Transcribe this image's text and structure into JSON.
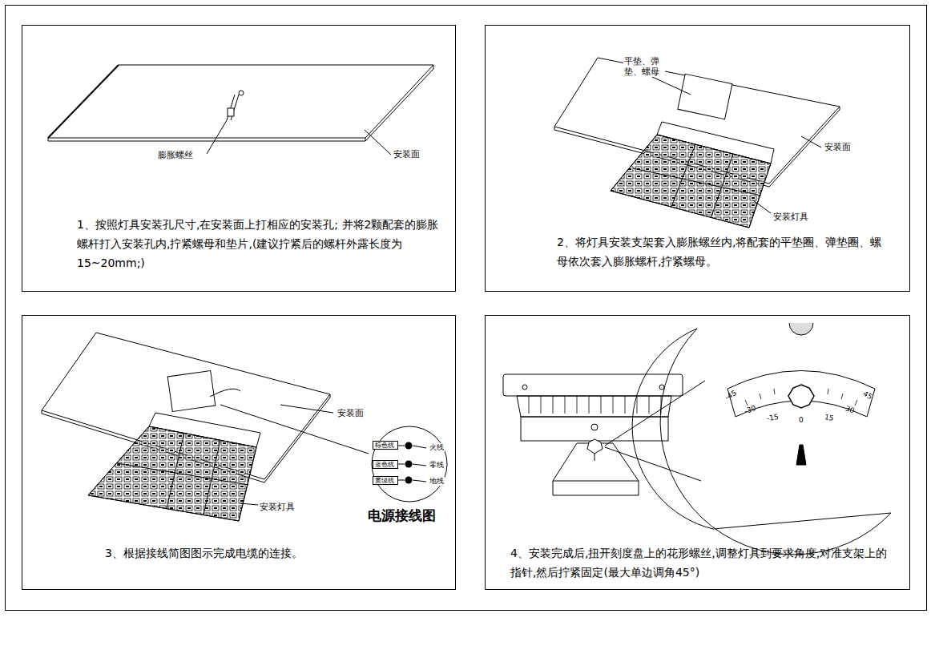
{
  "diagram": {
    "nodes": [
      {
        "text": [
          "1、按照灯具安装孔尺寸,在安装面上打相应的安装孔; 并将2颗配套的膨胀螺杆打入安装孔内,拧紧螺母和垫片,(建议拧紧后的螺杆外露长度为15~20mm;)"
        ]
      },
      {
        "text": [
          "2、将灯具安装支架套入膨胀螺丝内,将配套的平垫圈、弹垫圈、螺母依次套入膨胀螺杆,拧紧螺母。"
        ]
      },
      {
        "text": [
          "3、根据接线简图图示完成电缆的连接。"
        ]
      },
      {
        "text": [
          "电源接线图"
        ],
        "in": 2
      },
      {
        "text": [
          "棕色线"
        ],
        "in": 3
      },
      {
        "text": [
          "蓝色线"
        ],
        "in": 3
      },
      {
        "text": [
          "黄绿线"
        ],
        "in": 3
      },
      {
        "text": [
          "4、安装完成后,扭开刻度盘上的花形螺丝,调整灯具到要求角度,对准支架上的指针,然后拧紧固定(最大单边调角45°)"
        ]
      }
    ],
    "labels": [
      "膨胀螺丝",
      "安装面",
      "平垫、弹垫、螺母",
      "安装面",
      "安装灯具",
      "安装面",
      "安装灯具",
      "火线",
      "零线",
      "地线",
      "-45",
      "-30",
      "-15",
      "0",
      "15",
      "30",
      "45"
    ]
  }
}
